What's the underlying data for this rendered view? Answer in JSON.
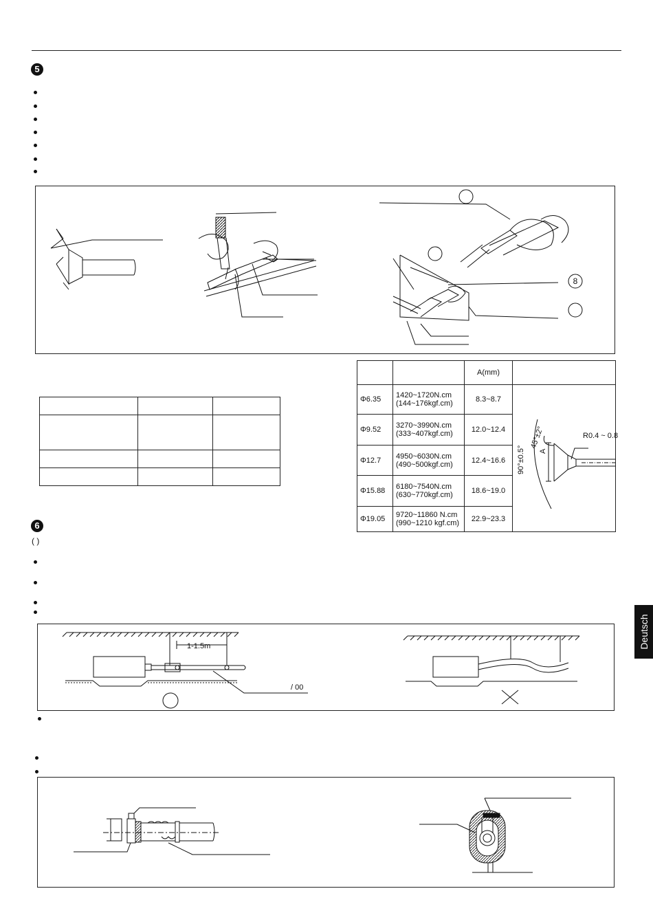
{
  "section5": {
    "marker": "5"
  },
  "section6": {
    "marker": "6",
    "subtitle": "( )"
  },
  "fig_flare": {
    "callout_8": "8"
  },
  "torque_table": {
    "header_a": "A(mm)",
    "rows": [
      {
        "dia": "Φ6.35",
        "torque": "1420~1720N.cm",
        "torque_kgf": "(144~176kgf.cm)",
        "a": "8.3~8.7"
      },
      {
        "dia": "Φ9.52",
        "torque": "3270~3990N.cm",
        "torque_kgf": "(333~407kgf.cm)",
        "a": "12.0~12.4"
      },
      {
        "dia": "Φ12.7",
        "torque": "4950~6030N.cm",
        "torque_kgf": "(490~500kgf.cm)",
        "a": "12.4~16.6"
      },
      {
        "dia": "Φ15.88",
        "torque": "6180~7540N.cm",
        "torque_kgf": "(630~770kgf.cm)",
        "a": "18.6~19.0"
      },
      {
        "dia": "Φ19.05",
        "torque": "9720~11860 N.cm",
        "torque_kgf": "(990~1210 kgf.cm)",
        "a": "22.9~23.3"
      }
    ],
    "flare_angle": "90°±0.5°",
    "flare_half_angle": "45°±2°",
    "flare_radius": "R0.4 ~ 0.8",
    "flare_dim_a": "A"
  },
  "fig_hanging": {
    "spacing": "1-1.5m",
    "note": "/  00"
  },
  "side_tab": {
    "label": "Deutsch"
  }
}
